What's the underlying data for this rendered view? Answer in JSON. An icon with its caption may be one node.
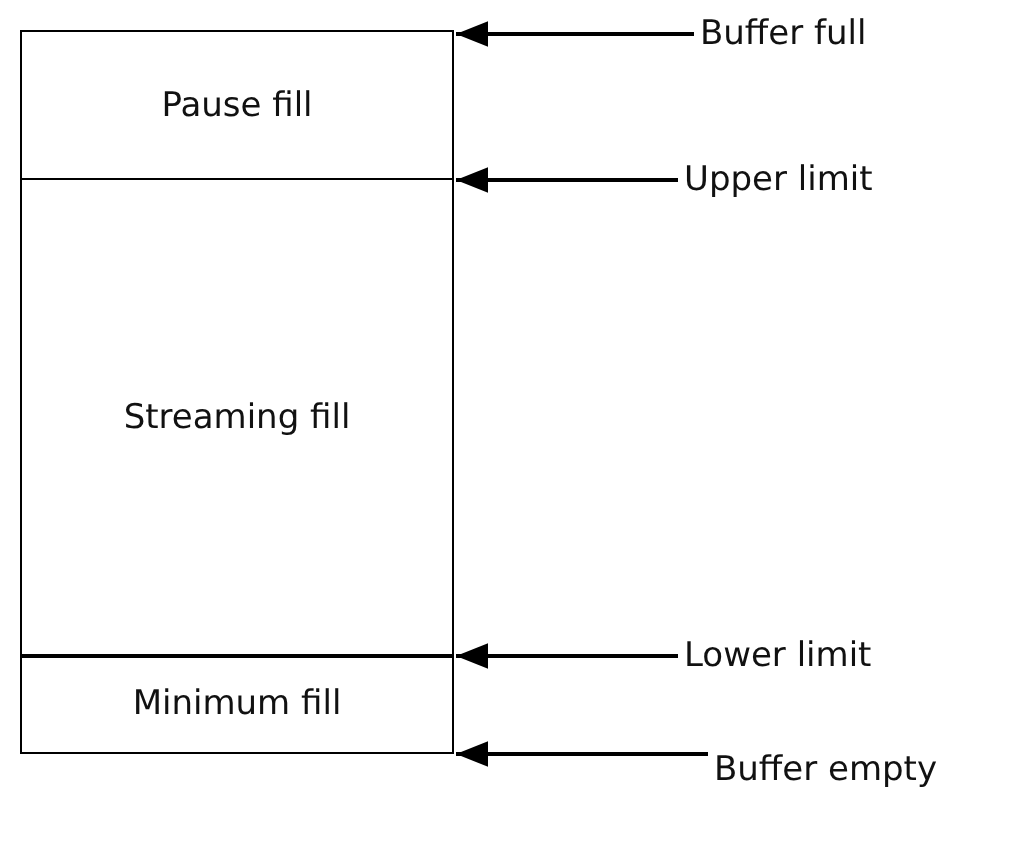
{
  "diagram": {
    "nodes": [
      {
        "text": [
          "Pause fill"
        ]
      },
      {
        "text": [
          "Streaming fill"
        ]
      },
      {
        "text": [
          "Minimum fill"
        ]
      },
      {
        "text": [
          "Buffer full"
        ]
      },
      {
        "text": [
          "Upper limit"
        ]
      },
      {
        "text": [
          "Lower limit"
        ]
      },
      {
        "text": [
          "Buffer empty"
        ]
      }
    ],
    "edges": [
      {
        "from": 3,
        "to": 0,
        "arrow": "to"
      },
      {
        "from": 4,
        "to": 0,
        "arrow": "to"
      },
      {
        "from": 5,
        "to": 2,
        "arrow": "to"
      },
      {
        "from": 6,
        "to": 2,
        "arrow": "to"
      }
    ]
  }
}
